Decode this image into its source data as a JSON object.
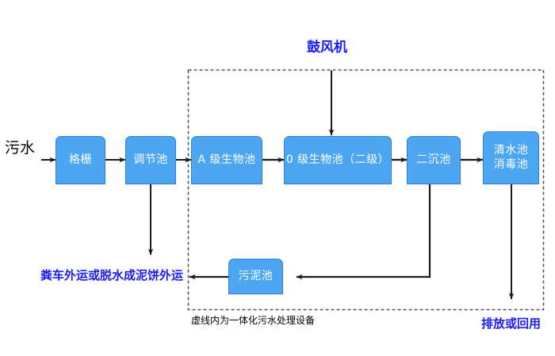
{
  "diagram": {
    "title_text": "鼓风机",
    "caption": "虚线内为一体化污水处理设备",
    "colors": {
      "node_fill": "#4da6f2",
      "node_border": "#2b7fd4",
      "node_text": "#ffffff",
      "accent_blue": "#1a1aff",
      "arrow": "#1a1a1a",
      "dashed_border": "#555555",
      "background": "#ffffff"
    },
    "nodes": [
      {
        "id": "grid",
        "label": "格栅"
      },
      {
        "id": "regulating",
        "label": "调节池"
      },
      {
        "id": "a_bio",
        "label": "A 级生物池"
      },
      {
        "id": "o_bio",
        "label": "0 级生物池（二级）"
      },
      {
        "id": "sed2",
        "label": "二沉池"
      },
      {
        "id": "clearwater",
        "label_line1": "清水池",
        "label_line2": "消毒池"
      },
      {
        "id": "sludge",
        "label": "污泥池"
      }
    ],
    "labels": {
      "inlet": "污水",
      "blower": "鼓风机",
      "sludge_disposal": "粪车外运或脱水成泥饼外运",
      "discharge": "排放或回用",
      "dashed_caption": "虚线内为一体化污水处理设备"
    }
  }
}
